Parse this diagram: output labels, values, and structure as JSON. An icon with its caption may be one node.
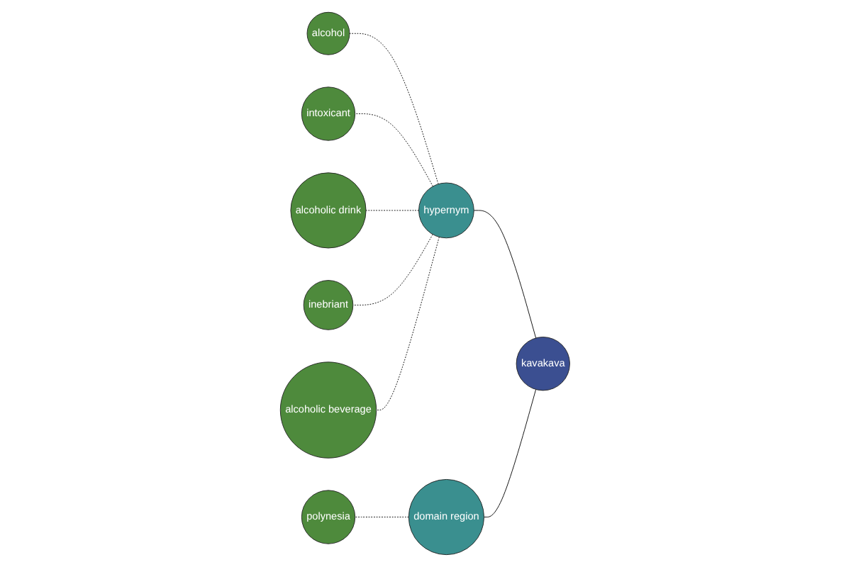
{
  "diagram": {
    "nodes": [
      {
        "text": [
          "alcohol"
        ]
      },
      {
        "text": [
          "intoxicant"
        ]
      },
      {
        "text": [
          "alcoholic drink"
        ]
      },
      {
        "text": [
          "hypernym"
        ]
      },
      {
        "text": [
          "kavakava"
        ]
      },
      {
        "text": [
          "inebriant"
        ]
      },
      {
        "text": [
          "domain region"
        ]
      },
      {
        "text": [
          "alcoholic beverage"
        ]
      },
      {
        "text": [
          "polynesia"
        ]
      }
    ],
    "edges": [
      {
        "from": 4,
        "to": 3,
        "arrow": "none"
      },
      {
        "from": 4,
        "to": 6,
        "arrow": "none"
      },
      {
        "from": 3,
        "to": 0,
        "arrow": "none",
        "style": "dashed"
      },
      {
        "from": 3,
        "to": 1,
        "arrow": "none",
        "style": "dashed"
      },
      {
        "from": 3,
        "to": 2,
        "arrow": "none",
        "style": "dashed"
      },
      {
        "from": 3,
        "to": 5,
        "arrow": "none",
        "style": "dashed"
      },
      {
        "from": 3,
        "to": 7,
        "arrow": "none",
        "style": "dashed"
      },
      {
        "from": 6,
        "to": 8,
        "arrow": "none",
        "style": "dashed"
      }
    ]
  }
}
